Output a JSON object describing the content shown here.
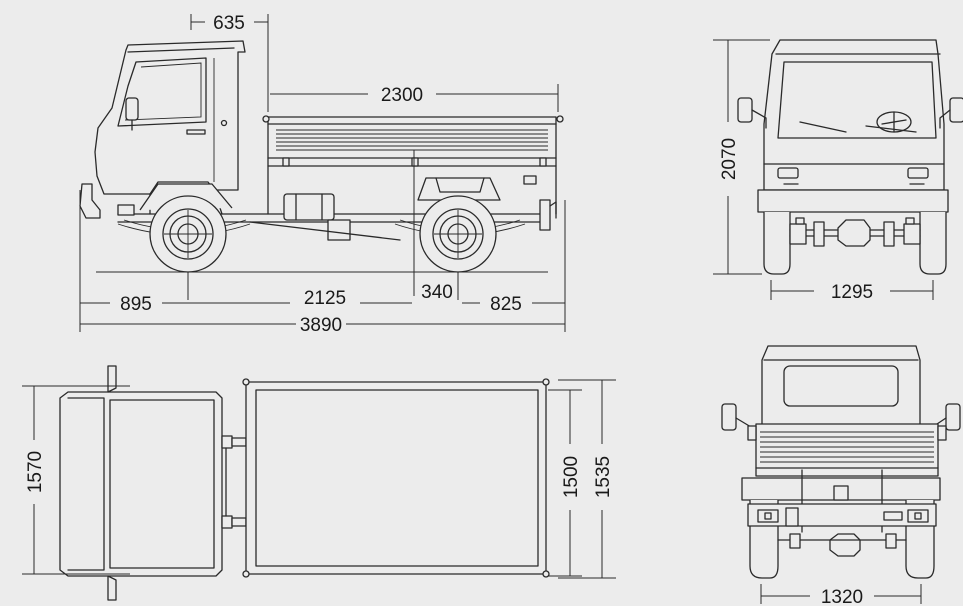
{
  "dimensions": {
    "cab_overhang": "635",
    "bed_length": "2300",
    "front_overhang": "895",
    "wheelbase": "2125",
    "rear_offset": "340",
    "rear_overhang": "825",
    "overall_length": "3890",
    "overall_height": "2070",
    "front_track": "1295",
    "top_width": "1570",
    "bed_inner_width": "1500",
    "bed_outer_width": "1535",
    "rear_track": "1320"
  },
  "colors": {
    "background": "#ececec",
    "line": "#2a2a2a"
  }
}
